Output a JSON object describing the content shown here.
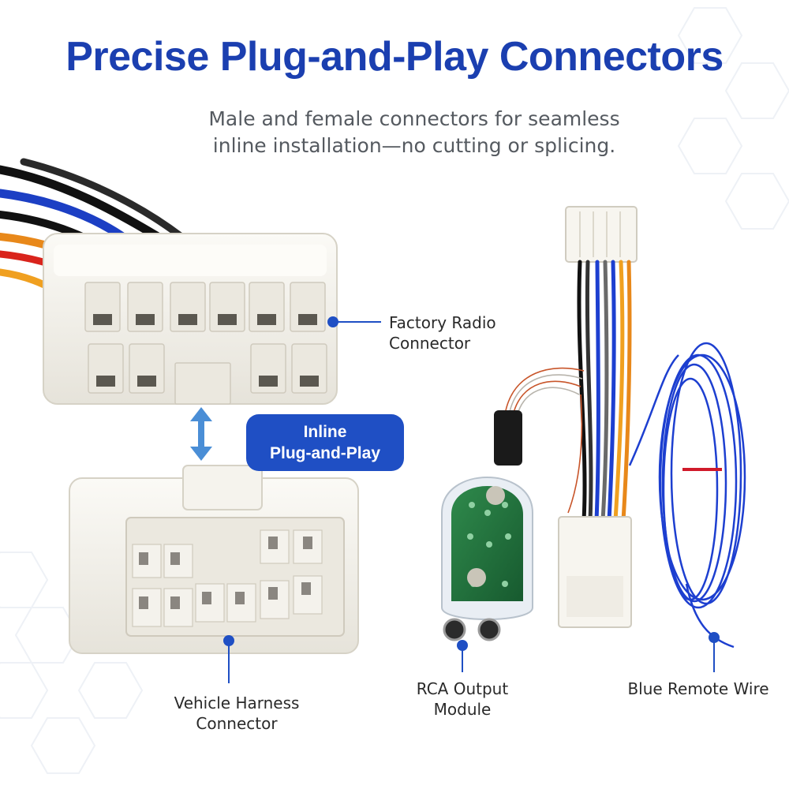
{
  "headline": "Precise Plug-and-Play Connectors",
  "subheadline": {
    "line1": "Male and female connectors for seamless",
    "line2": "inline installation—no cutting or splicing."
  },
  "callouts": {
    "factory_radio": {
      "line1": "Factory Radio",
      "line2": "Connector"
    },
    "vehicle_harness": {
      "line1": "Vehicle Harness",
      "line2": "Connector"
    },
    "rca_module": {
      "line1": "RCA Output",
      "line2": "Module"
    },
    "remote_wire": {
      "line1": "Blue Remote Wire"
    }
  },
  "badge": {
    "line1": "Inline",
    "line2": "Plug-and-Play"
  },
  "colors": {
    "headline": "#1b3fb0",
    "accent": "#1f4fc4",
    "connector": "#f3f1ea",
    "wire_blue": "#1d3fd0",
    "pcb_green": "#1f6b3a"
  },
  "icons": {
    "double_arrow": "vertical-double-arrow-icon",
    "callout_dot": "callout-dot-icon"
  }
}
